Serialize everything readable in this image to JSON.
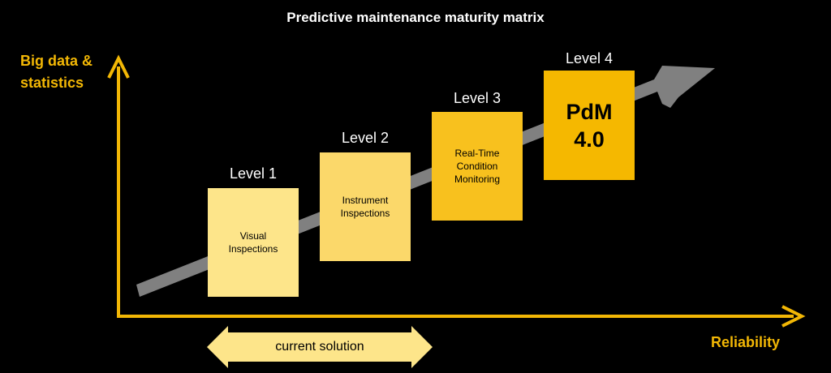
{
  "title": "Predictive maintenance maturity matrix",
  "axes": {
    "y_label_line1": "Big data &",
    "y_label_line2": "statistics",
    "x_label": "Reliability"
  },
  "levels": [
    {
      "label": "Level 1",
      "box_line1": "Visual",
      "box_line2": "Inspections",
      "box_line3": "",
      "color": "#fde58a"
    },
    {
      "label": "Level 2",
      "box_line1": "Instrument",
      "box_line2": "Inspections",
      "box_line3": "",
      "color": "#fbd86a"
    },
    {
      "label": "Level 3",
      "box_line1": "Real-Time",
      "box_line2": "Condition",
      "box_line3": "Monitoring",
      "color": "#f8c11e"
    },
    {
      "label": "Level 4",
      "box_line1": "PdM",
      "box_line2": "4.0",
      "box_line3": "",
      "color": "#f5b800"
    }
  ],
  "current_solution": "current solution",
  "colors": {
    "axis": "#f2b705",
    "trend_arrow": "#808080",
    "current_solution_fill": "#fde58a",
    "background": "#000000"
  }
}
